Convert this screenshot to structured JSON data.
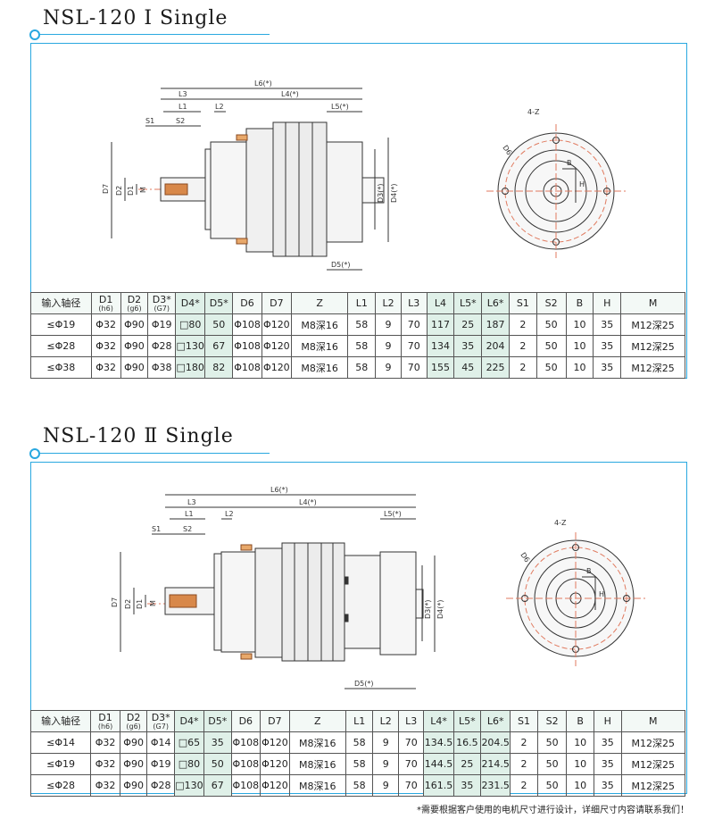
{
  "sections": [
    {
      "title": "NSL-120 Ⅰ Single",
      "drawing_labels": {
        "L6": "L6(*)",
        "L3": "L3",
        "L4": "L4(*)",
        "L1": "L1",
        "L2": "L2",
        "L5": "L5(*)",
        "S1": "S1",
        "S2": "S2",
        "D7": "D7",
        "D2": "D2",
        "D1": "D1",
        "M": "M",
        "D3": "D3(*)",
        "D4": "D4(*)",
        "D5": "D5(*)",
        "Z": "4-Z",
        "D6": "D6",
        "B": "B",
        "H": "H"
      },
      "headers": [
        {
          "main": "输入轴径",
          "sub": ""
        },
        {
          "main": "D1",
          "sub": "(h6)"
        },
        {
          "main": "D2",
          "sub": "(g6)"
        },
        {
          "main": "D3*",
          "sub": "(G7)"
        },
        {
          "main": "D4*",
          "sub": ""
        },
        {
          "main": "D5*",
          "sub": ""
        },
        {
          "main": "D6",
          "sub": ""
        },
        {
          "main": "D7",
          "sub": ""
        },
        {
          "main": "Z",
          "sub": ""
        },
        {
          "main": "L1",
          "sub": ""
        },
        {
          "main": "L2",
          "sub": ""
        },
        {
          "main": "L3",
          "sub": ""
        },
        {
          "main": "L4",
          "sub": ""
        },
        {
          "main": "L5*",
          "sub": ""
        },
        {
          "main": "L6*",
          "sub": ""
        },
        {
          "main": "S1",
          "sub": ""
        },
        {
          "main": "S2",
          "sub": ""
        },
        {
          "main": "B",
          "sub": ""
        },
        {
          "main": "H",
          "sub": ""
        },
        {
          "main": "M",
          "sub": ""
        }
      ],
      "rows": [
        [
          "≤Φ19",
          "Φ32",
          "Φ90",
          "Φ19",
          "□80",
          "50",
          "Φ108",
          "Φ120",
          "M8深16",
          "58",
          "9",
          "70",
          "117",
          "25",
          "187",
          "2",
          "50",
          "10",
          "35",
          "M12深25"
        ],
        [
          "≤Φ28",
          "Φ32",
          "Φ90",
          "Φ28",
          "□130",
          "67",
          "Φ108",
          "Φ120",
          "M8深16",
          "58",
          "9",
          "70",
          "134",
          "35",
          "204",
          "2",
          "50",
          "10",
          "35",
          "M12深25"
        ],
        [
          "≤Φ38",
          "Φ32",
          "Φ90",
          "Φ38",
          "□180",
          "82",
          "Φ108",
          "Φ120",
          "M8深16",
          "58",
          "9",
          "70",
          "155",
          "45",
          "225",
          "2",
          "50",
          "10",
          "35",
          "M12深25"
        ]
      ]
    },
    {
      "title": "NSL-120 Ⅱ Single",
      "drawing_labels": {
        "L6": "L6(*)",
        "L3": "L3",
        "L4": "L4(*)",
        "L1": "L1",
        "L2": "L2",
        "L5": "L5(*)",
        "S1": "S1",
        "S2": "S2",
        "D7": "D7",
        "D2": "D2",
        "D1": "D1",
        "M": "M",
        "D3": "D3(*)",
        "D4": "D4(*)",
        "D5": "D5(*)",
        "Z": "4-Z",
        "D6": "D6",
        "B": "B",
        "H": "H"
      },
      "headers": [
        {
          "main": "输入轴径",
          "sub": ""
        },
        {
          "main": "D1",
          "sub": "(h6)"
        },
        {
          "main": "D2",
          "sub": "(g6)"
        },
        {
          "main": "D3*",
          "sub": "(G7)"
        },
        {
          "main": "D4*",
          "sub": ""
        },
        {
          "main": "D5*",
          "sub": ""
        },
        {
          "main": "D6",
          "sub": ""
        },
        {
          "main": "D7",
          "sub": ""
        },
        {
          "main": "Z",
          "sub": ""
        },
        {
          "main": "L1",
          "sub": ""
        },
        {
          "main": "L2",
          "sub": ""
        },
        {
          "main": "L3",
          "sub": ""
        },
        {
          "main": "L4*",
          "sub": ""
        },
        {
          "main": "L5*",
          "sub": ""
        },
        {
          "main": "L6*",
          "sub": ""
        },
        {
          "main": "S1",
          "sub": ""
        },
        {
          "main": "S2",
          "sub": ""
        },
        {
          "main": "B",
          "sub": ""
        },
        {
          "main": "H",
          "sub": ""
        },
        {
          "main": "M",
          "sub": ""
        }
      ],
      "rows": [
        [
          "≤Φ14",
          "Φ32",
          "Φ90",
          "Φ14",
          "□65",
          "35",
          "Φ108",
          "Φ120",
          "M8深16",
          "58",
          "9",
          "70",
          "134.5",
          "16.5",
          "204.5",
          "2",
          "50",
          "10",
          "35",
          "M12深25"
        ],
        [
          "≤Φ19",
          "Φ32",
          "Φ90",
          "Φ19",
          "□80",
          "50",
          "Φ108",
          "Φ120",
          "M8深16",
          "58",
          "9",
          "70",
          "144.5",
          "25",
          "214.5",
          "2",
          "50",
          "10",
          "35",
          "M12深25"
        ],
        [
          "≤Φ28",
          "Φ32",
          "Φ90",
          "Φ28",
          "□130",
          "67",
          "Φ108",
          "Φ120",
          "M8深16",
          "58",
          "9",
          "70",
          "161.5",
          "35",
          "231.5",
          "2",
          "50",
          "10",
          "35",
          "M12深25"
        ]
      ]
    }
  ],
  "note": "*需要根据客户使用的电机尺寸进行设计，详细尺寸内容请联系我们！",
  "colors": {
    "accent": "#29a8e0",
    "tint": "#dff0e8",
    "centerline": "#e07a5f"
  }
}
